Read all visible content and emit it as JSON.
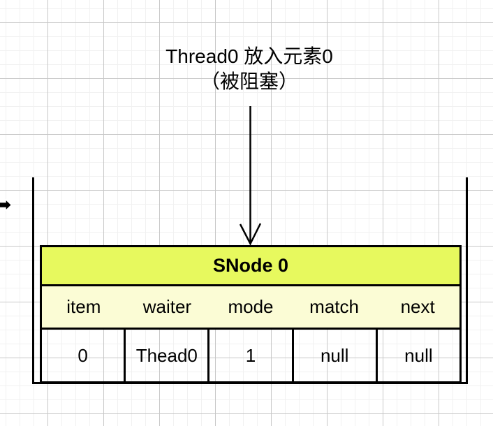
{
  "annotation": {
    "line1": "Thread0 放入元素0",
    "line2": "（被阻塞）"
  },
  "snode": {
    "header": "SNode 0",
    "fields": [
      "item",
      "waiter",
      "mode",
      "match",
      "next"
    ],
    "values": [
      "0",
      "Thead0",
      "1",
      "null",
      "null"
    ]
  },
  "icons": {
    "down_arrow": "open-arrowhead-down",
    "edge_arrow": "black-right-arrow"
  },
  "colors": {
    "header_fill": "#e7f95e",
    "fields_fill": "#fbfcd5",
    "stroke": "#000000",
    "grid_minor": "#f1f1f1",
    "grid_major": "#c8c8c8",
    "canvas_bg": "#ffffff"
  }
}
